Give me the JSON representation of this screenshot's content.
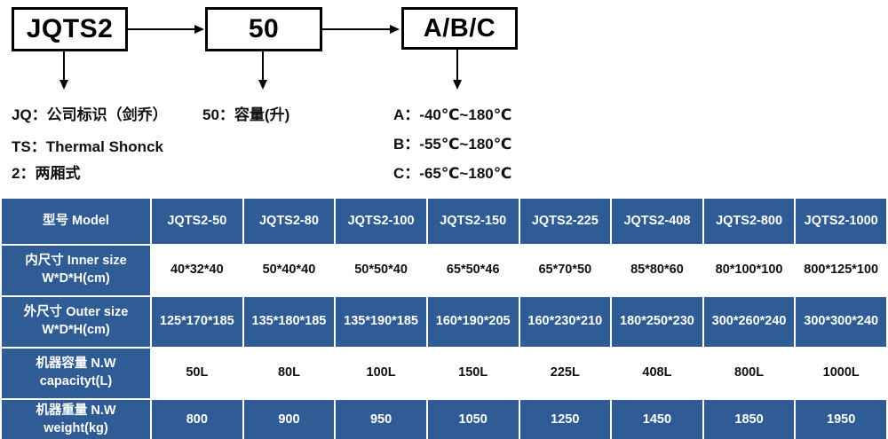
{
  "diagram": {
    "boxes": [
      {
        "label": "JQTS2"
      },
      {
        "label": "50"
      },
      {
        "label": "A/B/C"
      }
    ],
    "legend_left": [
      "JQ：公司标识（剑乔）",
      "TS：Thermal Shonck",
      "2：两厢式"
    ],
    "legend_mid": [
      "50：容量(升)"
    ],
    "legend_right": [
      "A：-40℃~180℃",
      "B：-55℃~180℃",
      "C：-65℃~180℃"
    ]
  },
  "colors": {
    "header_blue": "#2f5c95",
    "cell_white": "#ffffff",
    "text_dark": "#111111",
    "text_light": "#ffffff",
    "box_border": "#000000"
  },
  "table": {
    "rows": [
      {
        "key": "model",
        "label_line1": "型号 Model",
        "label_line2": "",
        "style": "blue",
        "values": [
          "JQTS2-50",
          "JQTS2-80",
          "JQTS2-100",
          "JQTS2-150",
          "JQTS2-225",
          "JQTS2-408",
          "JQTS2-800",
          "JQTS2-1000"
        ]
      },
      {
        "key": "inner_size",
        "label_line1": "内尺寸 Inner size",
        "label_line2": "W*D*H(cm)",
        "style": "white",
        "values": [
          "40*32*40",
          "50*40*40",
          "50*50*40",
          "65*50*46",
          "65*70*50",
          "85*80*60",
          "80*100*100",
          "800*125*100"
        ]
      },
      {
        "key": "outer_size",
        "label_line1": "外尺寸 Outer size",
        "label_line2": "W*D*H(cm)",
        "style": "blue",
        "values": [
          "125*170*185",
          "135*180*185",
          "135*190*185",
          "160*190*205",
          "160*230*210",
          "180*250*230",
          "300*260*240",
          "300*300*240"
        ]
      },
      {
        "key": "capacity",
        "label_line1": "机器容量 N.W",
        "label_line2": "capacityt(L)",
        "style": "white",
        "values": [
          "50L",
          "80L",
          "100L",
          "150L",
          "225L",
          "408L",
          "800L",
          "1000L"
        ]
      },
      {
        "key": "weight",
        "label_line1": "机器重量 N.W",
        "label_line2": "weight(kg)",
        "style": "blue",
        "values": [
          "800",
          "900",
          "950",
          "1050",
          "1250",
          "1450",
          "1850",
          "1950"
        ]
      }
    ]
  }
}
